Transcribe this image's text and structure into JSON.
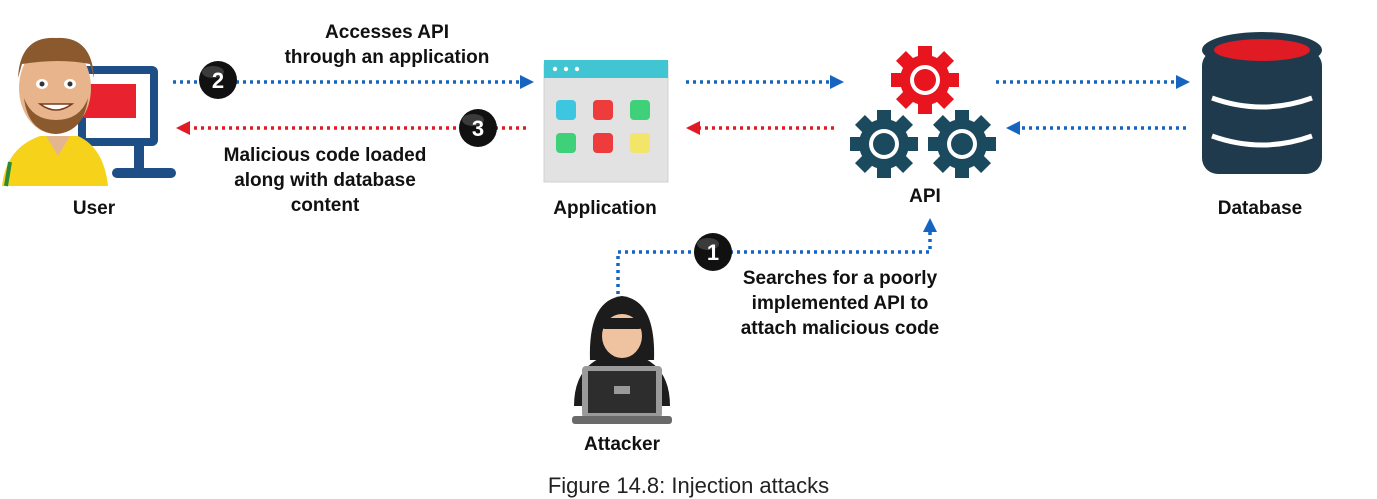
{
  "nodes": {
    "user": "User",
    "application": "Application",
    "api": "API",
    "database": "Database",
    "attacker": "Attacker"
  },
  "steps": [
    {
      "number": "1",
      "text": [
        "Searches for a poorly",
        "implemented API to",
        "attach malicious code"
      ]
    },
    {
      "number": "2",
      "text": [
        "Accesses API",
        "through an application"
      ]
    },
    {
      "number": "3",
      "text": [
        "Malicious code loaded",
        "along with database",
        "content"
      ]
    }
  ],
  "caption": "Figure 14.8: Injection attacks",
  "colors": {
    "request_arrow": "#1565c0",
    "response_arrow": "#e01b24",
    "gear_dark": "#1b4a5f",
    "gear_red": "#e8141e",
    "database_body": "#1e3a4c",
    "database_top": "#e01b24",
    "app_header": "#41c5d3"
  }
}
